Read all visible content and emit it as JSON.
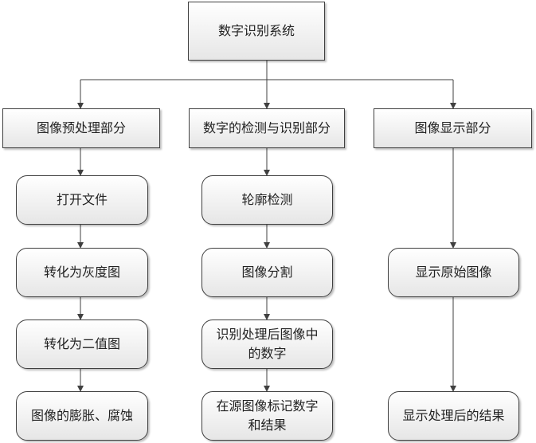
{
  "root": "数字识别系统",
  "columns": [
    {
      "title": "图像预处理部分",
      "steps": [
        "打开文件",
        "转化为灰度图",
        "转化为二值图",
        "图像的膨胀、腐蚀"
      ]
    },
    {
      "title": "数字的检测与识别部分",
      "steps": [
        "轮廓检测",
        "图像分割",
        "识别处理后图像中的数字",
        "在源图像标记数字和结果"
      ]
    },
    {
      "title": "图像显示部分",
      "steps": [
        "显示原始图像",
        "显示处理后的结果"
      ]
    }
  ]
}
